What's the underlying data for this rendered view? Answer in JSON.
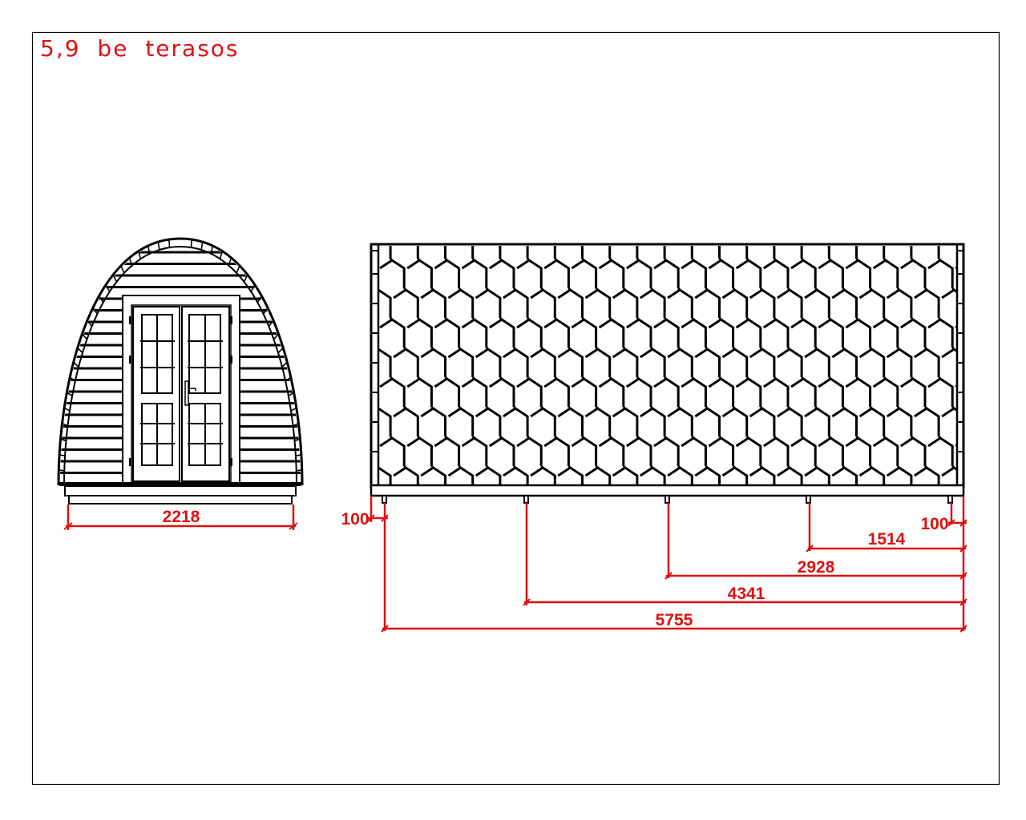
{
  "drawing": {
    "title": "5,9 be terasos",
    "colors": {
      "line": "#000000",
      "dimension": "#dd1111",
      "background": "#ffffff"
    }
  },
  "front_view": {
    "name": "front-elevation",
    "width_dimension": "2218",
    "features": [
      "arched-roof",
      "double-glazed-doors",
      "horizontal-cladding",
      "base-platform"
    ]
  },
  "side_view": {
    "name": "side-elevation",
    "roof_pattern": "hexagonal-shingles",
    "dimensions": {
      "left_offset": "100",
      "right_offset": "100",
      "d1514": "1514",
      "d2928": "2928",
      "d4341": "4341",
      "d5755": "5755"
    }
  }
}
